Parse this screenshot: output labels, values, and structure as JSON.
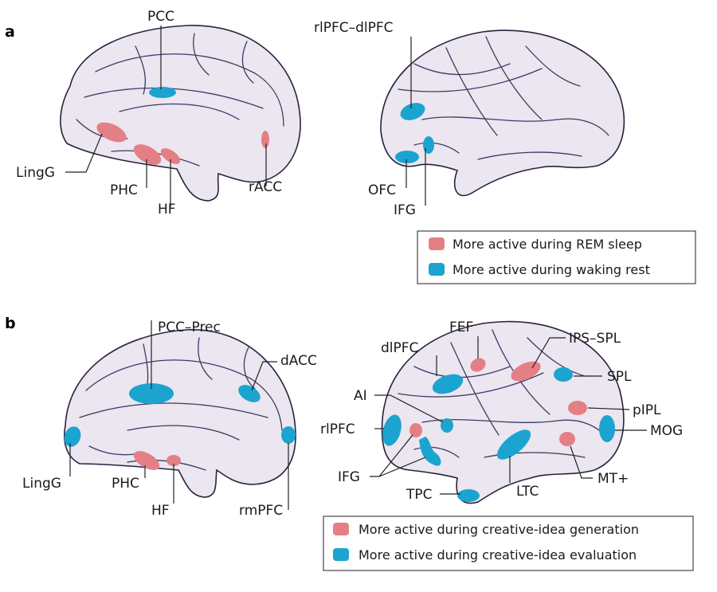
{
  "colors": {
    "red": "#e57f86",
    "blue": "#1ba4cf"
  },
  "panel_a": {
    "letter": "a",
    "labels": {
      "pcc": "PCC",
      "linggyrus": "LingG",
      "phc": "PHC",
      "hf": "HF",
      "racc": "rACC",
      "rlpfc_dlpfc": "rlPFC–dlPFC",
      "ofc": "OFC",
      "ifg": "IFG"
    },
    "legend": {
      "red": "More active during REM sleep",
      "blue": "More active during waking rest"
    }
  },
  "panel_b": {
    "letter": "b",
    "labels": {
      "pcc_prec": "PCC–Prec",
      "dacc": "dACC",
      "linggyrus": "LingG",
      "phc": "PHC",
      "hf": "HF",
      "rmpfc": "rmPFC",
      "dlpfc": "dlPFC",
      "fef": "FEF",
      "ips_spl": "IPS–SPL",
      "spl": "SPL",
      "ai": "AI",
      "rlpfc": "rlPFC",
      "pipl": "pIPL",
      "mog": "MOG",
      "ifg": "IFG",
      "tpc": "TPC",
      "ltc": "LTC",
      "mtplus": "MT+"
    },
    "legend": {
      "red": "More active during creative-idea generation",
      "blue": "More active during creative-idea evaluation"
    }
  }
}
